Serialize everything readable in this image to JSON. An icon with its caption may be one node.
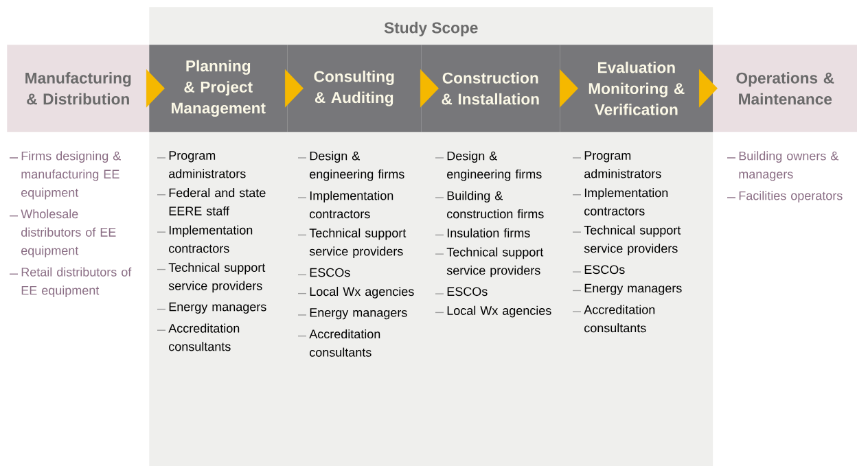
{
  "diagram": {
    "nodes": [
      {
        "text": [
          "Study Scope"
        ]
      },
      {
        "text": [
          "Manufacturing & Distribution"
        ],
        "beside": [
          "Firms designing & manufacturing EE equipment",
          "Wholesale distributors of EE equipment",
          "Retail distributors of EE equipment"
        ]
      },
      {
        "text": [
          "Planning & Project Management"
        ],
        "in": 0,
        "beside": [
          "Program administrators",
          "Federal and state EERE staff",
          "Implementation contractors",
          "Technical support service providers",
          "Energy managers",
          "Accreditation consultants"
        ]
      },
      {
        "text": [
          "Consulting & Auditing"
        ],
        "in": 0,
        "beside": [
          "Design & engineering firms",
          "Implementation contractors",
          "Technical support service providers",
          "ESCOs",
          "Local Wx agencies",
          "Energy managers",
          "Accreditation consultants"
        ]
      },
      {
        "text": [
          "Construction & Installation"
        ],
        "in": 0,
        "beside": [
          "Design & engineering firms",
          "Building & construction firms",
          "Insulation firms",
          "Technical support service providers",
          "ESCOs",
          "Local Wx agencies"
        ]
      },
      {
        "text": [
          "Evaluation Monitoring & Verification"
        ],
        "in": 0,
        "beside": [
          "Program administrators",
          "Implementation contractors",
          "Technical support service providers",
          "ESCOs",
          "Energy managers",
          "Accreditation consultants"
        ]
      },
      {
        "text": [
          "Operations & Maintenance"
        ],
        "beside": [
          "Building owners & managers",
          "Facilities operators"
        ]
      }
    ],
    "edges": [
      {
        "from": 1,
        "to": 2,
        "arrow": "to"
      },
      {
        "from": 2,
        "to": 3,
        "arrow": "to"
      },
      {
        "from": 3,
        "to": 4,
        "arrow": "to"
      },
      {
        "from": 4,
        "to": 5,
        "arrow": "to"
      },
      {
        "from": 5,
        "to": 6,
        "arrow": "to"
      }
    ]
  }
}
